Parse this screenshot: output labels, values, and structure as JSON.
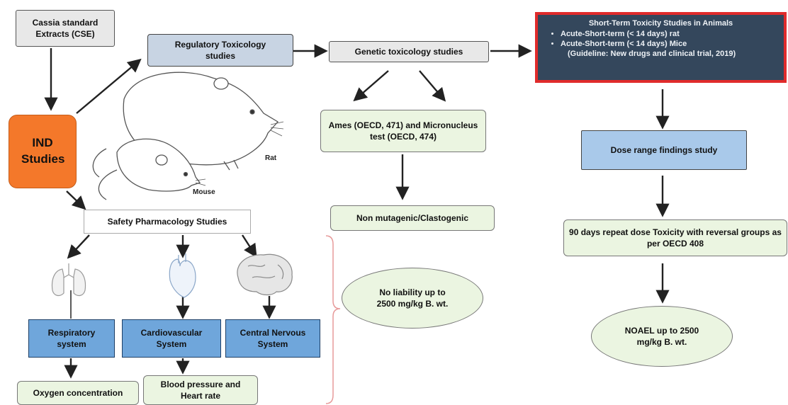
{
  "nodes": {
    "cse": "Cassia standard Extracts (CSE)",
    "regulatory": "Regulatory Toxicology studies",
    "genetic": "Genetic toxicology studies",
    "ind": "IND Studies",
    "ames": "Ames (OECD, 471) and Micronucleus test (OECD,  474)",
    "non_mutagenic": "Non mutagenic/Clastogenic",
    "safety": "Safety Pharmacology Studies",
    "respiratory": "Respiratory system",
    "cardiovascular": "Cardiovascular System",
    "cns": "Central Nervous System",
    "oxygen": "Oxygen concentration",
    "blood_pressure": "Blood pressure and Heart rate",
    "no_liability": "No liability up to 2500 mg/kg B. wt.",
    "dose_range": "Dose range findings study",
    "repeat_dose": "90 days repeat dose Toxicity with reversal groups as per OECD 408",
    "noael": "NOAEL up to 2500 mg/kg B. wt."
  },
  "short_term_box": {
    "title": "Short-Term Toxicity Studies in Animals",
    "items": [
      "Acute-Short-term (< 14 days) rat",
      "Acute-Short-term (< 14 days) Mice"
    ],
    "guideline": "(Guideline: New drugs and clinical trial, 2019)",
    "border_color": "#e02b2b",
    "fill_color": "#34475c"
  },
  "animal_labels": {
    "rat": "Rat",
    "mouse": "Mouse"
  },
  "colors": {
    "ind_orange": "#f4782a",
    "system_blue": "#a9c9ea",
    "result_green": "#ebf5e1"
  }
}
